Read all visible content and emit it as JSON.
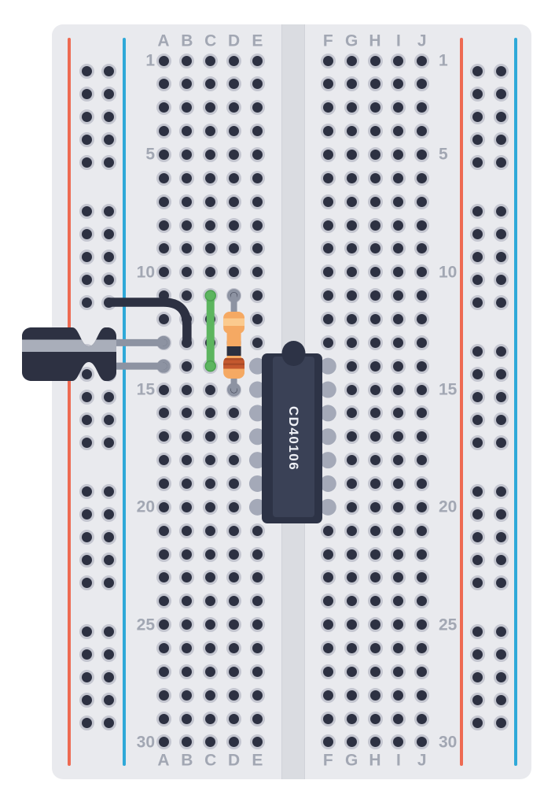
{
  "board": {
    "column_labels_left": [
      "A",
      "B",
      "C",
      "D",
      "E"
    ],
    "column_labels_right": [
      "F",
      "G",
      "H",
      "I",
      "J"
    ],
    "numbered_rows": [
      1,
      5,
      10,
      15,
      20,
      25,
      30
    ],
    "row_count": 30,
    "rail_groups_per_side": 5,
    "rail_holes_per_group": 5,
    "colors": {
      "board": "#e9eaee",
      "channel": "#dadce1",
      "hole": "#2d3142",
      "hole_ring": "#c4c6d0",
      "label": "#a2a7b3",
      "rail_red": "#ee6a52",
      "rail_blue": "#2fa9d8"
    }
  },
  "components": {
    "ic": {
      "label": "CD40106",
      "pins_per_side": 7,
      "body_color": "#2d3346",
      "panel_color": "#3a4156",
      "pin_color": "#a4a9b8",
      "text_color": "#eef0f5"
    },
    "resistor": {
      "body_color": "#f5a963",
      "band_light": "#fbca8e",
      "band_dark": "#2b3040",
      "band_copper": "#c4582e",
      "band_copper_stripe": "#aa4b27",
      "lead_color": "#8d93a2"
    },
    "capacitor": {
      "body_color": "#2d3142",
      "stripe_color": "#a9aeba",
      "lead_color": "#8d93a2"
    },
    "dark_jumper": {
      "color": "#2d3142"
    },
    "green_jumper": {
      "color": "#5cb55f",
      "end_ring": "#4aa14e"
    }
  },
  "connections": {
    "dark_jumper": {
      "from": "left-power-rail col2 group2 hole5",
      "to": "B13"
    },
    "green_jumper": {
      "from": "C11",
      "to": "C14"
    },
    "resistor": {
      "from": "D11",
      "to": "D15"
    },
    "capacitor_leads": [
      "A13",
      "A14"
    ],
    "ic_span": {
      "left_pins": "E14-E20",
      "right_pins": "F14-F20"
    }
  }
}
